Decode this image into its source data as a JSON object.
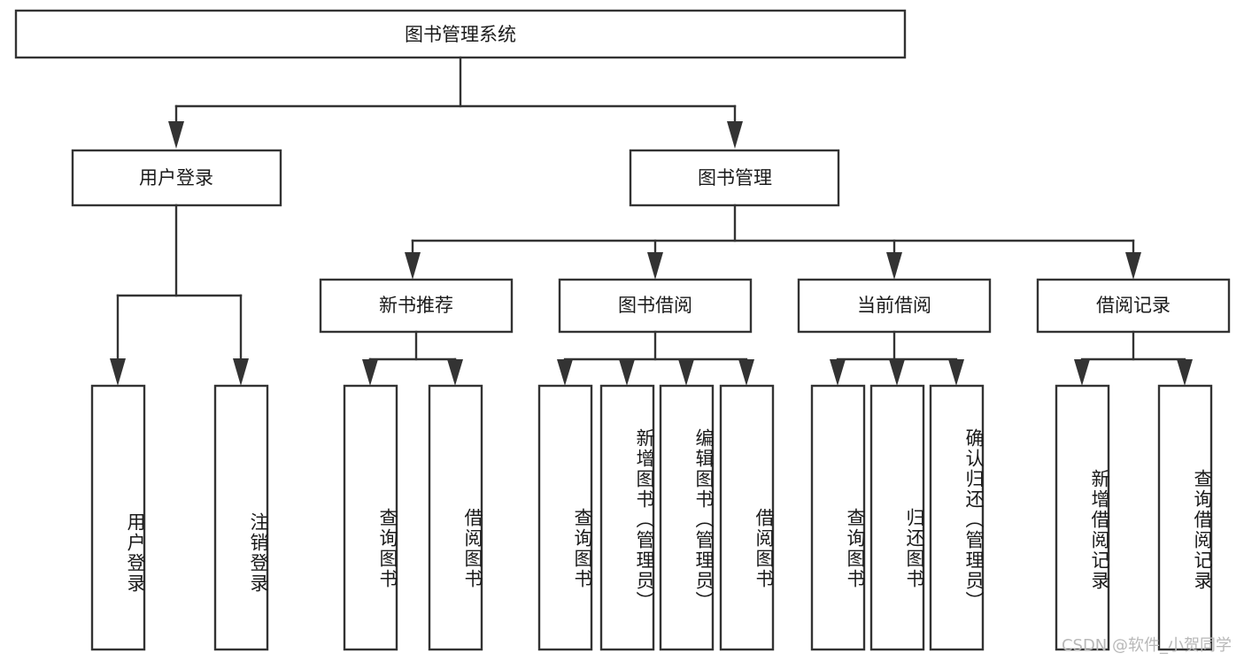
{
  "diagram": {
    "type": "tree",
    "title": "图书管理系统",
    "orientation": "top-down",
    "colors": {
      "stroke": "#333333",
      "fill": "#ffffff",
      "text": "#1a1a1a",
      "watermark": "#b8b8b8",
      "background": "#ffffff"
    },
    "root": {
      "label": "图书管理系统"
    },
    "level2": [
      {
        "id": "user-login",
        "label": "用户登录"
      },
      {
        "id": "book-manage",
        "label": "图书管理"
      }
    ],
    "level3": [
      {
        "id": "new-book-rec",
        "label": "新书推荐",
        "parent": "book-manage"
      },
      {
        "id": "book-borrow",
        "label": "图书借阅",
        "parent": "book-manage"
      },
      {
        "id": "current-borrow",
        "label": "当前借阅",
        "parent": "book-manage"
      },
      {
        "id": "borrow-record",
        "label": "借阅记录",
        "parent": "book-manage"
      }
    ],
    "leaves": {
      "user-login": [
        {
          "id": "leaf-user-login",
          "label": "用户登录"
        },
        {
          "id": "leaf-user-logout",
          "label": "注销登录"
        }
      ],
      "new-book-rec": [
        {
          "id": "leaf-query-book-1",
          "label": "查询图书"
        },
        {
          "id": "leaf-borrow-book-1",
          "label": "借阅图书"
        }
      ],
      "book-borrow": [
        {
          "id": "leaf-query-book-2",
          "label": "查询图书"
        },
        {
          "id": "leaf-add-book",
          "label": "新增图书（管理员）"
        },
        {
          "id": "leaf-edit-book",
          "label": "编辑图书（管理员）"
        },
        {
          "id": "leaf-borrow-book-2",
          "label": "借阅图书"
        }
      ],
      "current-borrow": [
        {
          "id": "leaf-query-book-3",
          "label": "查询图书"
        },
        {
          "id": "leaf-return-book",
          "label": "归还图书"
        },
        {
          "id": "leaf-confirm-return",
          "label": "确认归还（管理员）"
        }
      ],
      "borrow-record": [
        {
          "id": "leaf-add-record",
          "label": "新增借阅记录"
        },
        {
          "id": "leaf-query-record",
          "label": "查询借阅记录"
        }
      ]
    }
  },
  "watermark": {
    "text": "CSDN @软件_小贺同学"
  }
}
